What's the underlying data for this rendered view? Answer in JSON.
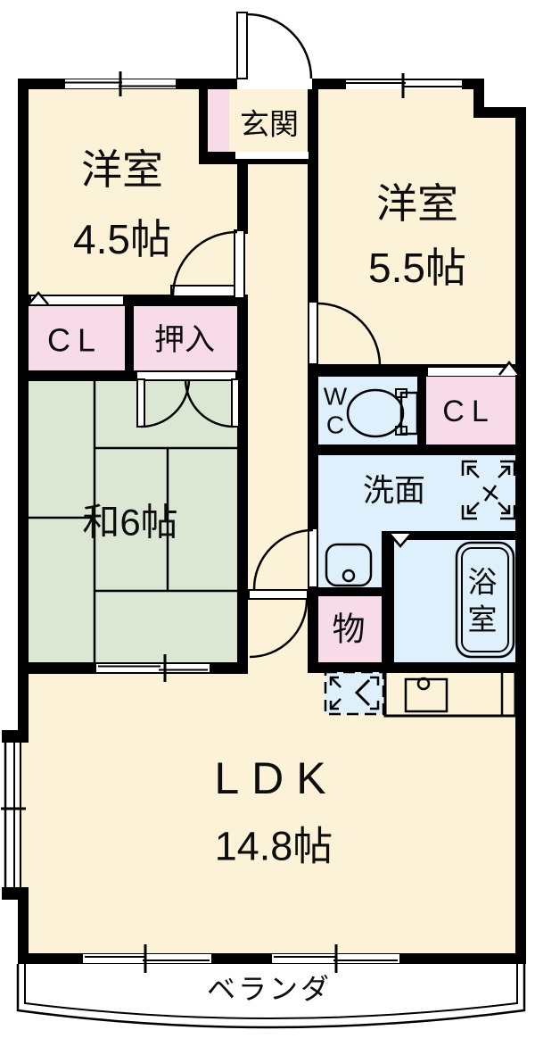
{
  "floorplan": {
    "rooms": {
      "western_room_1": {
        "label": "洋室",
        "size": "4.5帖"
      },
      "western_room_2": {
        "label": "洋室",
        "size": "5.5帖"
      },
      "japanese_room": {
        "label": "和6帖"
      },
      "ldk": {
        "label": "LDK",
        "size": "14.8帖"
      },
      "entrance": {
        "label": "玄関"
      },
      "closet_left": {
        "label": "CL"
      },
      "oshiire": {
        "label": "押入"
      },
      "closet_right": {
        "label": "CL"
      },
      "wc": {
        "line1": "W",
        "line2": "C"
      },
      "washroom": {
        "label": "洗面"
      },
      "bathroom": {
        "char1": "浴",
        "char2": "室"
      },
      "storage": {
        "label": "物"
      },
      "veranda": {
        "label": "ベランダ"
      }
    },
    "colors": {
      "room_cream": "#FBF2D7",
      "closet_pink": "#F8DBE8",
      "tatami_green": "#DCE7D3",
      "water_blue": "#DEF0FB",
      "wall_black": "#000000",
      "outside_white": "#FFFFFF"
    }
  }
}
